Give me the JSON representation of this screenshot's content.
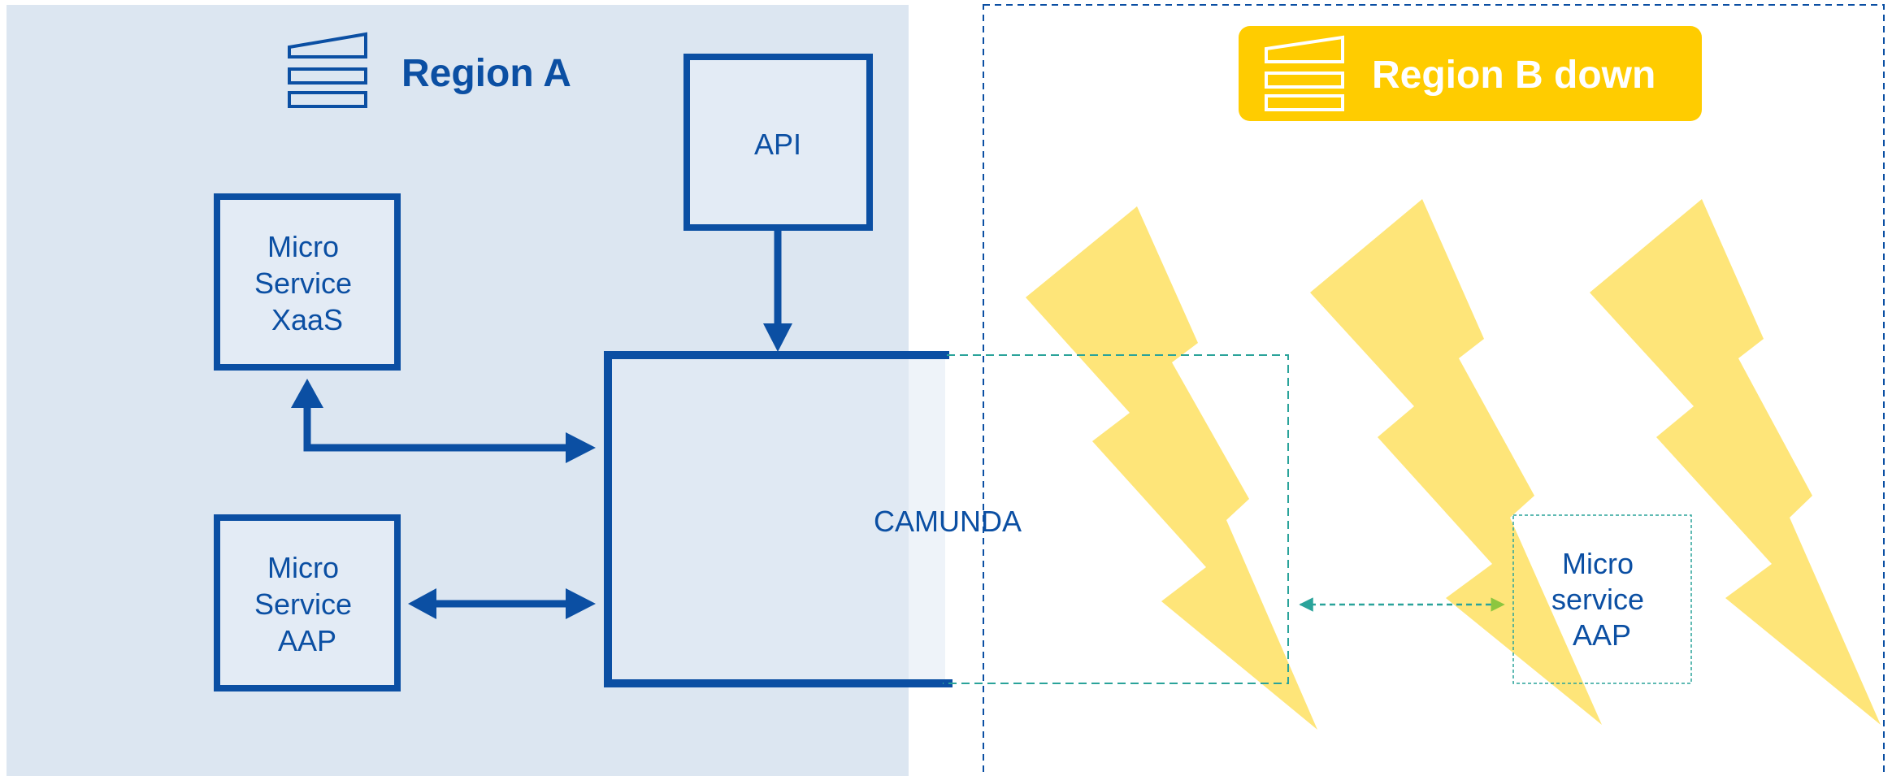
{
  "region_a": {
    "title": "Region A"
  },
  "region_b": {
    "title": "Region B down"
  },
  "nodes": {
    "api": {
      "label": "API"
    },
    "camunda": {
      "label": "CAMUNDA"
    },
    "ms_xaas": {
      "lines": [
        "Micro",
        "Service",
        "XaaS"
      ]
    },
    "ms_aap_a": {
      "lines": [
        "Micro",
        "Service",
        "AAP"
      ]
    },
    "ms_aap_b": {
      "lines": [
        "Micro",
        "service",
        "AAP"
      ]
    }
  },
  "colors": {
    "primary_blue": "#0b4fa3",
    "region_a_bg": "#dce6f1",
    "box_fill": "#e3ebf5",
    "status_yellow": "#ffcc00",
    "lightning": "#fddc4c",
    "teal_dashed": "#2aa39a",
    "arrow_green": "#8cc63f"
  },
  "icons": [
    "server-stack-icon",
    "lightning-bolt-icon"
  ]
}
